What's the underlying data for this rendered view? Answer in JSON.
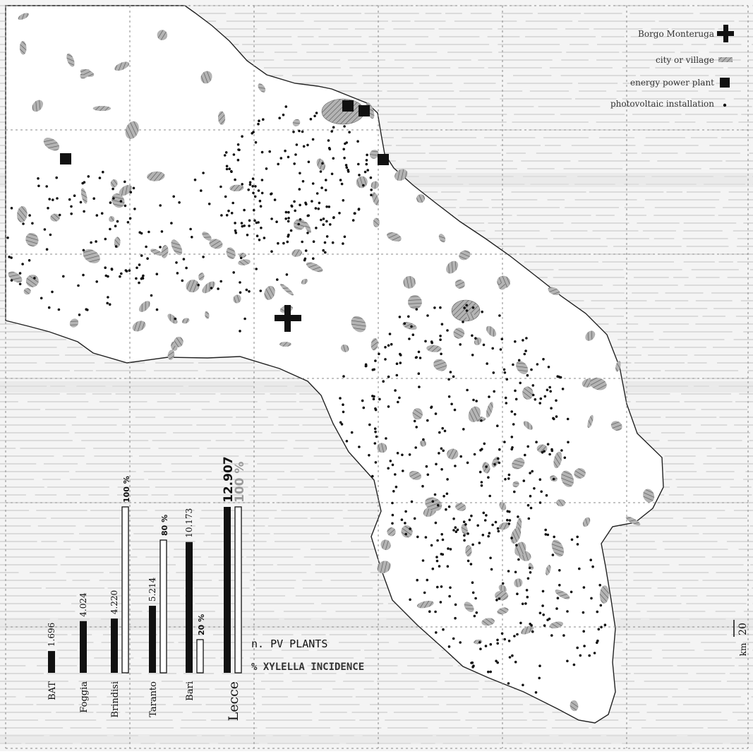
{
  "legend": {
    "items": [
      {
        "label": "Borgo Monteruga",
        "icon": "cross-icon"
      },
      {
        "label": "city or village",
        "icon": "hatch-icon"
      },
      {
        "label": "energy power plant",
        "icon": "square-icon"
      },
      {
        "label": "photovoltaic installation",
        "icon": "dot-icon"
      }
    ]
  },
  "chart_data": {
    "type": "bar",
    "categories": [
      "BAT",
      "Foggia",
      "Brindisi",
      "Taranto",
      "Bari",
      "Lecce"
    ],
    "series": [
      {
        "name": "n. PV PLANTS",
        "values": [
          1696,
          4024,
          4220,
          5214,
          10173,
          12907
        ],
        "labels": [
          "1.696",
          "4.024",
          "4.220",
          "5.214",
          "10.173",
          "12.907"
        ]
      },
      {
        "name": "% XYLELLA INCIDENCE",
        "values": [
          null,
          null,
          100,
          80,
          20,
          100
        ],
        "labels": [
          "",
          "",
          "100 %",
          "80 %",
          "20 %",
          "100 %"
        ]
      }
    ],
    "ylim": [
      0,
      12907
    ],
    "legend_position": "bottom-right"
  },
  "scale": {
    "value": "20",
    "unit": "km"
  },
  "colors": {
    "land": "#ffffff",
    "sea_lines": "#c7c7c7",
    "sea_band": "#d6d6d6",
    "grid": "#8a8a8a",
    "ink": "#111111",
    "city": "#9a9a9a"
  }
}
